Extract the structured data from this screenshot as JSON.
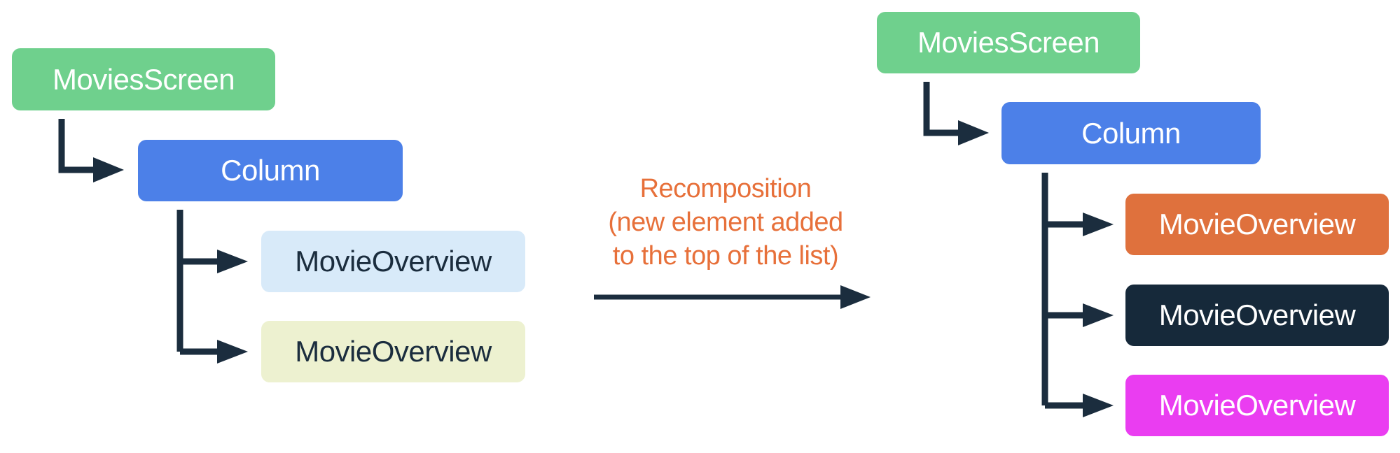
{
  "left_tree": {
    "root_label": "MoviesScreen",
    "column_label": "Column",
    "child_labels": [
      "MovieOverview",
      "MovieOverview"
    ]
  },
  "right_tree": {
    "root_label": "MoviesScreen",
    "column_label": "Column",
    "child_labels": [
      "MovieOverview",
      "MovieOverview",
      "MovieOverview"
    ]
  },
  "caption": {
    "lines": [
      "Recomposition",
      "(new element added",
      "to the top of the list)"
    ]
  },
  "colors": {
    "screen_green": "#6FD08D",
    "column_blue": "#4C80E8",
    "overview_light_blue": "#D8EAF9",
    "overview_light_yellow": "#EDF1D0",
    "overview_orange": "#DF713D",
    "overview_navy": "#16293A",
    "overview_magenta": "#EA3DF1",
    "connector_dark": "#1B2D3E",
    "caption_orange": "#E7703A",
    "label_on_dark": "#FFFFFF",
    "label_on_light": "#1B2D3E"
  }
}
